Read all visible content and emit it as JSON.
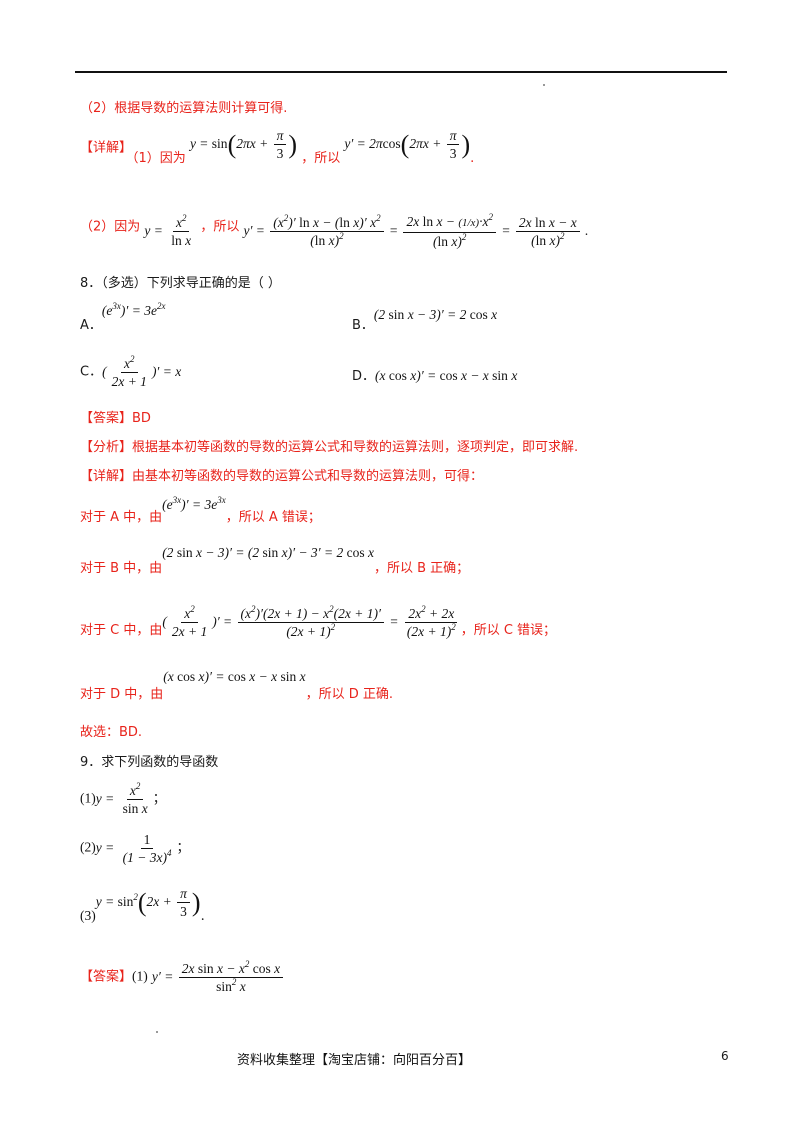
{
  "lines": {
    "l1": "（2）根据导数的运算法则计算可得.",
    "l2_tag": "【详解】",
    "l2_a": "（1）因为",
    "l2_b": "，所以",
    "l3_a": "（2）因为",
    "l3_b": "，所以",
    "q8": "8．（多选）下列求导正确的是（    ）",
    "optA": "A．",
    "optB": "B．",
    "optC": "C．",
    "optD": "D．",
    "ans_tag": "【答案】",
    "ans_val": "BD",
    "ana_tag": "【分析】",
    "ana_text": "根据基本初等函数的导数的运算公式和导数的运算法则，逐项判定，即可求解.",
    "det_tag": "【详解】",
    "det_text": "由基本初等函数的导数的运算公式和导数的运算法则，可得：",
    "ra_pre": "对于 A 中，由",
    "ra_post": "，所以 A 错误；",
    "rb_pre": "对于 B 中，由",
    "rb_post": "，所以 B 正确；",
    "rc_pre": "对于 C 中，由",
    "rc_post": "，所以 C 错误；",
    "rd_pre": "对于 D 中，由",
    "rd_post": "，所以 D 正确.",
    "choose": "故选：BD.",
    "q9": "9．求下列函数的导函数",
    "q9_1": "(1)",
    "q9_2": "(2)",
    "q9_3": "(3)",
    "ans9_tag": "【答案】",
    "ans9_1": "(1)"
  },
  "footer": {
    "text": "资料收集整理【淘宝店铺：向阳百分百】",
    "page_number": "6"
  },
  "colors": {
    "answer_red": "#e8231b",
    "text": "#1a1a1a"
  }
}
